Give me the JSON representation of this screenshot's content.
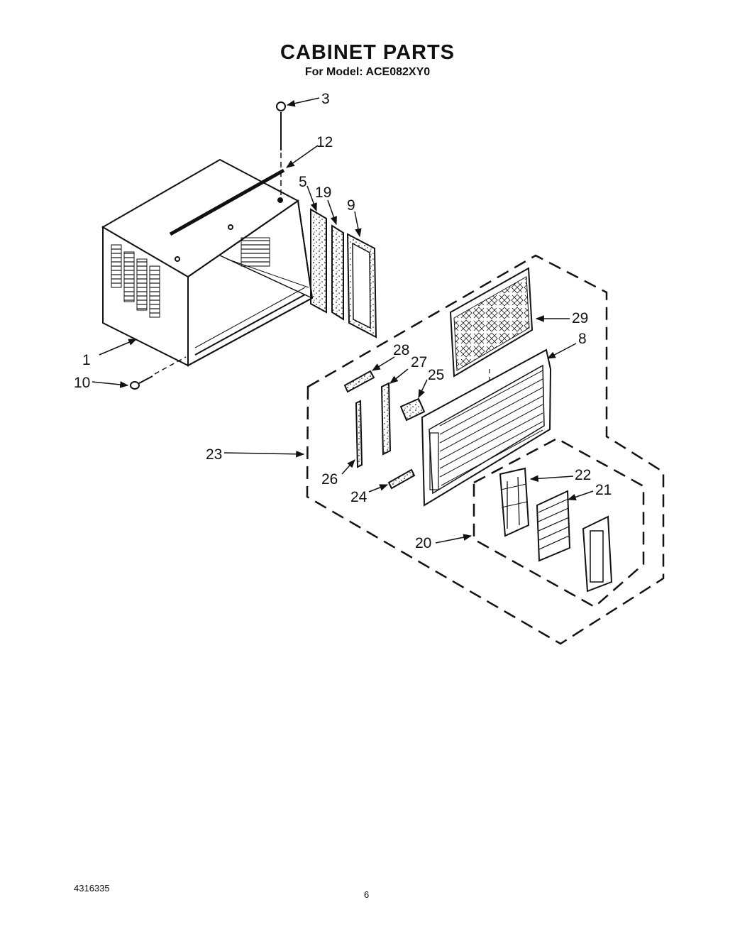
{
  "header": {
    "title": "CABINET PARTS",
    "subtitle": "For Model: ACE082XY0"
  },
  "callouts": {
    "c1": "1",
    "c3": "3",
    "c5": "5",
    "c8": "8",
    "c9": "9",
    "c10": "10",
    "c12": "12",
    "c19": "19",
    "c20": "20",
    "c21": "21",
    "c22": "22",
    "c23": "23",
    "c24": "24",
    "c25": "25",
    "c26": "26",
    "c27": "27",
    "c28": "28",
    "c29": "29"
  },
  "footer": {
    "document_number": "4316335",
    "page_number": "6"
  }
}
